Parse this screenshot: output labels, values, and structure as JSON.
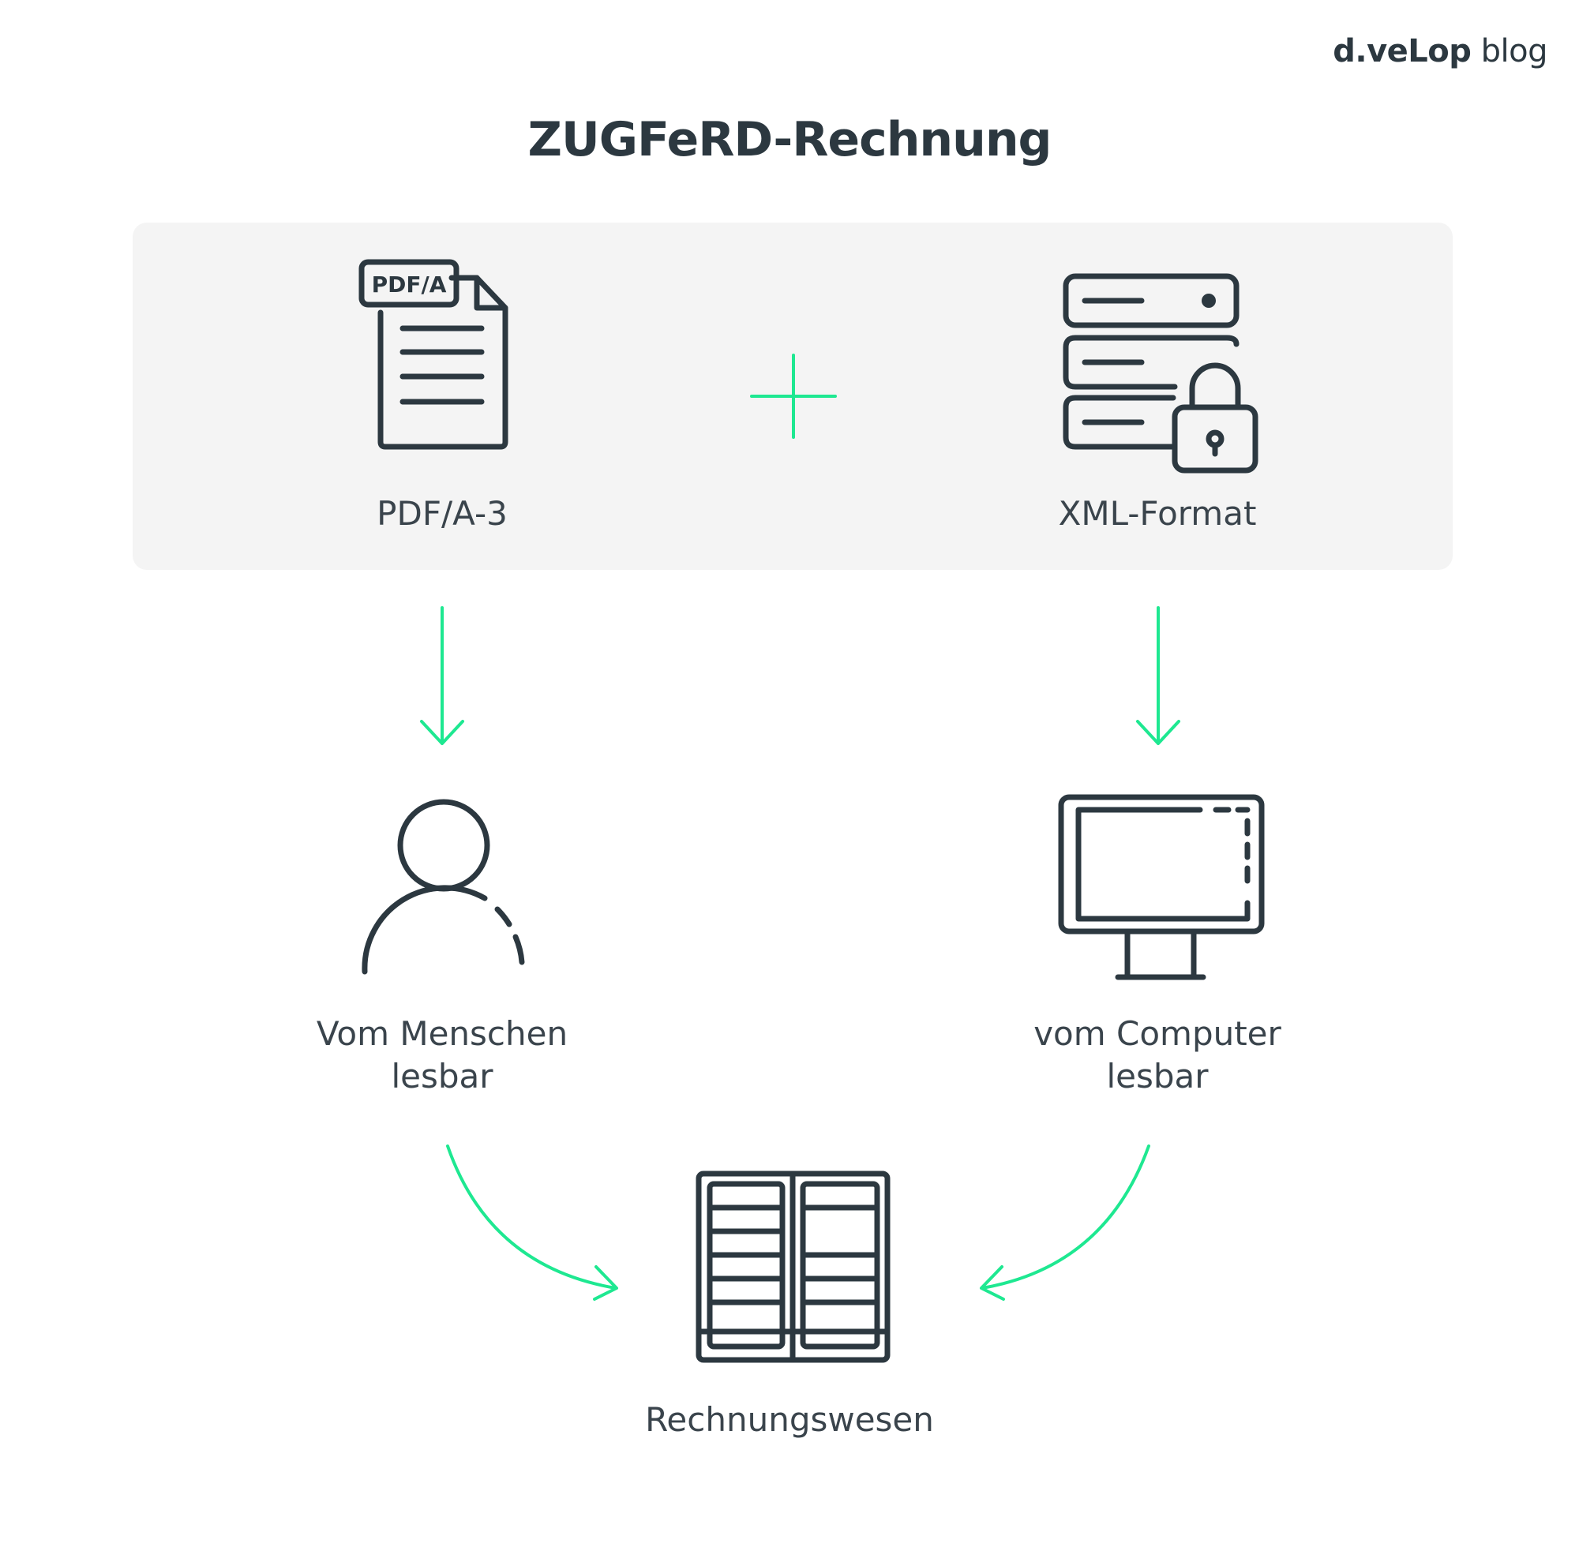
{
  "logo": {
    "brand": "d.veLop",
    "suffix": " blog"
  },
  "title": "ZUGFeRD-Rechnung",
  "nodes": {
    "pdf": {
      "badge": "PDF/A",
      "label": "PDF/A-3",
      "icon": "pdf-document-icon"
    },
    "plus": {
      "icon": "plus-icon"
    },
    "xml": {
      "label": "XML-Format",
      "icon": "locked-server-icon"
    },
    "human": {
      "label_line1": "Vom Menschen",
      "label_line2": "lesbar",
      "icon": "person-icon"
    },
    "computer": {
      "label_line1": "vom Computer",
      "label_line2": "lesbar",
      "icon": "monitor-icon"
    },
    "accounting": {
      "label": "Rechnungswesen",
      "icon": "filing-cabinet-icon"
    }
  },
  "edges": [
    {
      "from": "pdf",
      "to": "human"
    },
    {
      "from": "xml",
      "to": "computer"
    },
    {
      "from": "human",
      "to": "accounting"
    },
    {
      "from": "computer",
      "to": "accounting"
    }
  ],
  "colors": {
    "text": "#2c3840",
    "accent": "#1ee891",
    "panel": "#f4f4f4"
  }
}
